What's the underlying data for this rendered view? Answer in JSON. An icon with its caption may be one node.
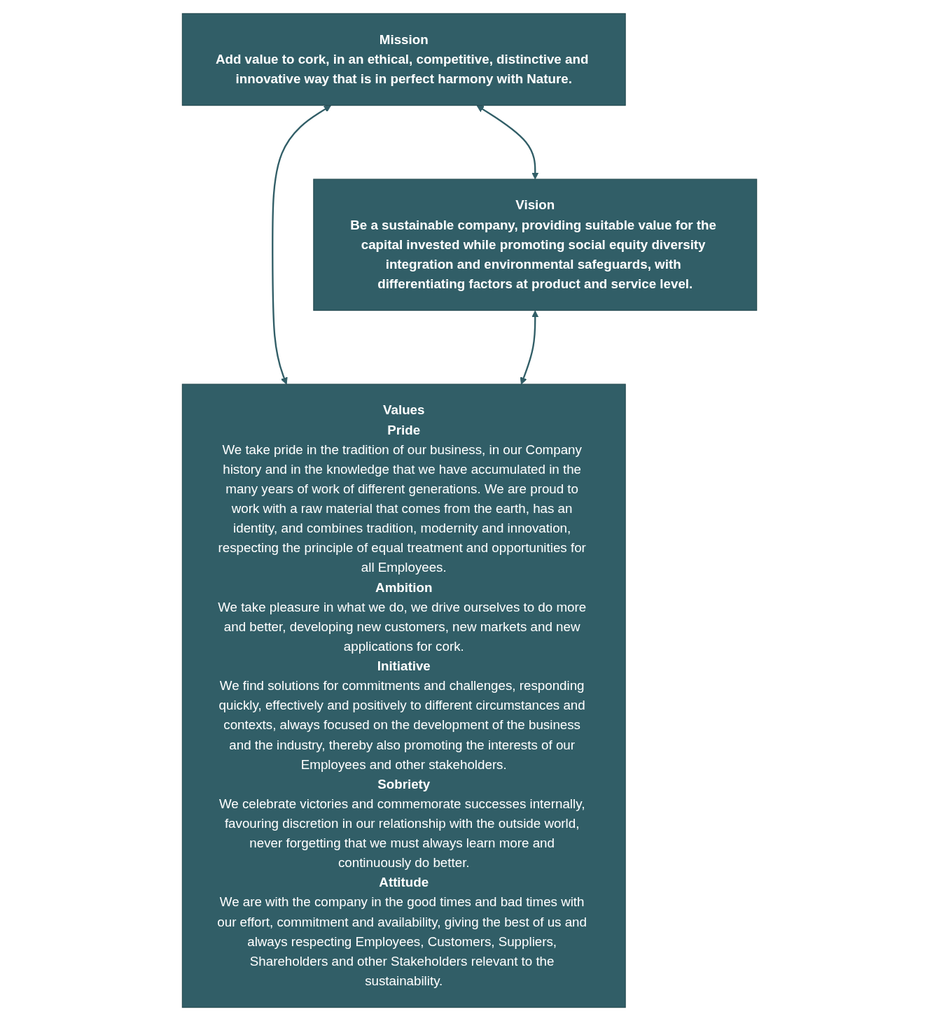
{
  "diagram": {
    "nodes": [
      {
        "text": [
          "Mission",
          "Add value to cork, in an ethical, competitive, distinctive and innovative way that is in perfect harmony with Nature."
        ]
      },
      {
        "text": [
          "Vision",
          "Be a sustainable company, providing suitable value for the capital invested while promoting social equity diversity integration and environmental safeguards, with differentiating factors at product and service level."
        ]
      },
      {
        "text": [
          "Values",
          "Pride",
          "We take pride in the tradition of our business, in our Company history and in the knowledge that we have accumulated in the many years of work of different generations. We are proud to work with a raw material that comes from the earth, has an identity, and combines tradition, modernity and innovation, respecting the principle of equal treatment and opportunities for all Employees.",
          "Ambition",
          "We take pleasure in what we do, we drive ourselves to do more and better, developing new customers, new markets and new applications for cork.",
          "Initiative",
          "We find solutions for commitments and challenges, responding quickly, effectively and positively to different circumstances and contexts, always focused on the development of the business and the industry, thereby also promoting the interests of our Employees and other stakeholders.",
          "Sobriety",
          "We celebrate victories and commemorate successes internally, favouring discretion in our relationship with the outside world, never forgetting that we must always learn more and continuously do better.",
          "Attitude",
          "We are with the company in the good times and bad times with our effort, commitment and availability, giving the best of us and always respecting Employees, Customers, Suppliers, Shareholders and other Stakeholders relevant to the sustainability."
        ]
      }
    ],
    "edges": [
      {
        "from": 0,
        "to": 1,
        "arrow": "both"
      },
      {
        "from": 0,
        "to": 2,
        "arrow": "both"
      },
      {
        "from": 1,
        "to": 2,
        "arrow": "both"
      }
    ]
  }
}
